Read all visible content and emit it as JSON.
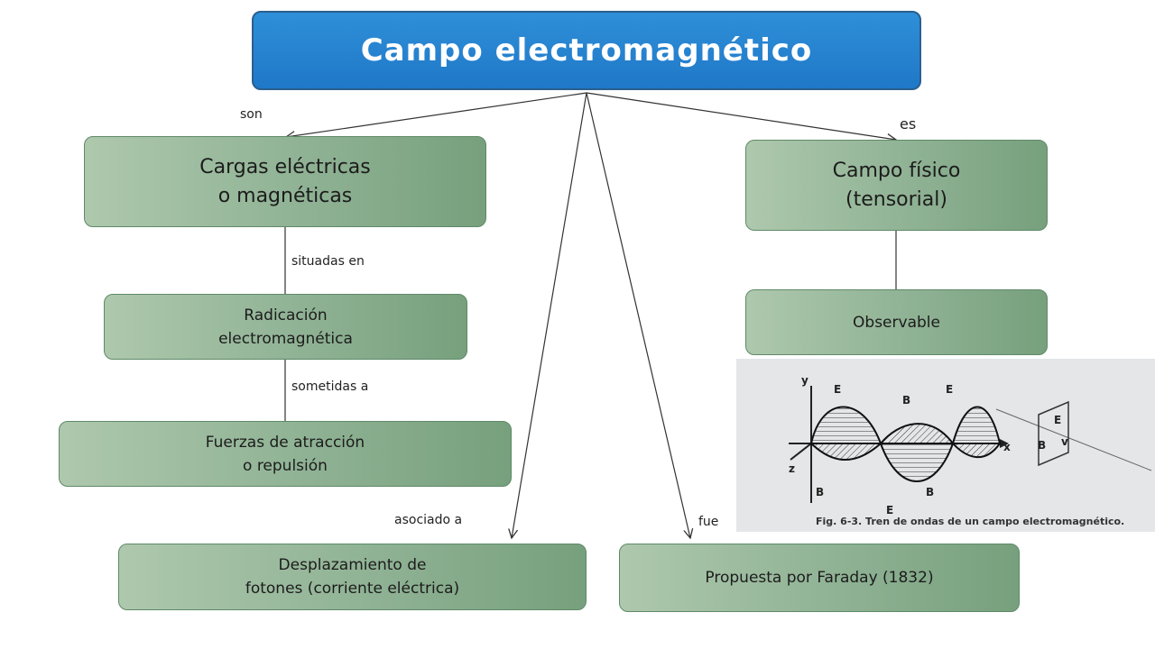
{
  "title": "Campo electromagnético",
  "nodes": {
    "cargas": "Cargas eléctricas\no magnéticas",
    "campo_fisico": "Campo físico\n(tensorial)",
    "radiacion": "Radicación\nelectromagnética",
    "observable": "Observable",
    "fuerzas": "Fuerzas de atracción\no repulsión",
    "desplazamiento": "Desplazamiento de\nfotones (corriente eléctrica)",
    "propuesta": "Propuesta por Faraday  (1832)"
  },
  "links": {
    "son": "son",
    "es": "es",
    "situadas_en": "situadas en",
    "sometidas_a": "sometidas a",
    "asociado_a": "asociado a",
    "fue": "fue"
  },
  "figure": {
    "caption": "Fig. 6-3. Tren de ondas de un campo electromagnético.",
    "axis_y": "y",
    "axis_x": "x",
    "axis_z": "z",
    "label_e": "E",
    "label_b": "B",
    "label_v": "v"
  }
}
